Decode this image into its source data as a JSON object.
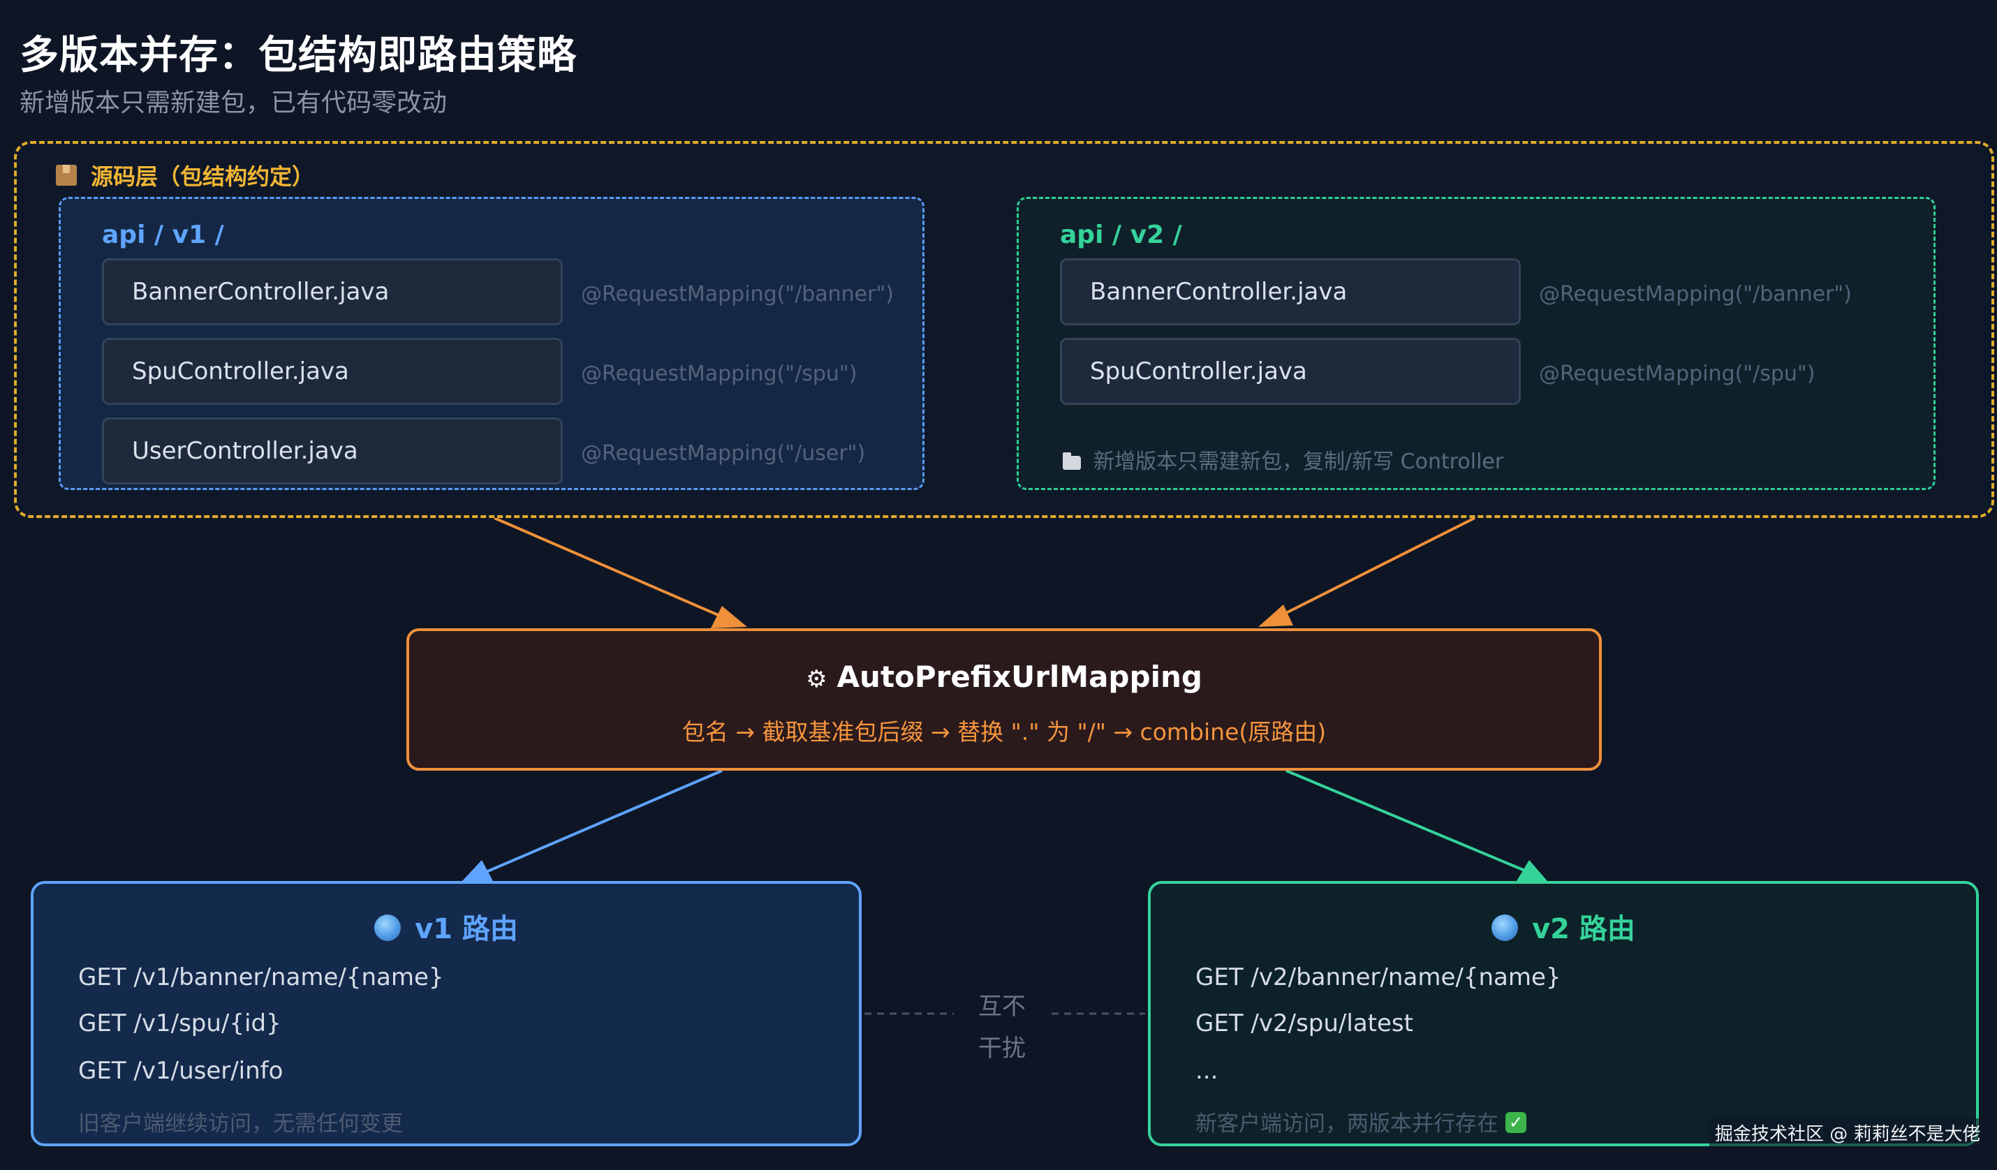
{
  "header": {
    "title": "多版本并存：包结构即路由策略",
    "subtitle": "新增版本只需新建包，已有代码零改动"
  },
  "source_layer": {
    "label": "源码层（包结构约定）",
    "icon": "package-icon",
    "packages": [
      {
        "title": "api / v1 /",
        "files": [
          {
            "name": "BannerController.java",
            "mapping": "@RequestMapping(\"/banner\")"
          },
          {
            "name": "SpuController.java",
            "mapping": "@RequestMapping(\"/spu\")"
          },
          {
            "name": "UserController.java",
            "mapping": "@RequestMapping(\"/user\")"
          }
        ]
      },
      {
        "title": "api / v2 /",
        "files": [
          {
            "name": "BannerController.java",
            "mapping": "@RequestMapping(\"/banner\")"
          },
          {
            "name": "SpuController.java",
            "mapping": "@RequestMapping(\"/spu\")"
          }
        ],
        "note": "新增版本只需建新包，复制/新写 Controller",
        "note_icon": "folder-icon"
      }
    ]
  },
  "mapper": {
    "icon": "gear-icon",
    "title": "AutoPrefixUrlMapping",
    "description": "包名 → 截取基准包后缀 → 替换 \".\" 为 \"/\" → combine(原路由)"
  },
  "routes": [
    {
      "title": "v1 路由",
      "icon": "globe-icon",
      "lines": [
        "GET /v1/banner/name/{name}",
        "GET /v1/spu/{id}",
        "GET /v1/user/info"
      ],
      "note": "旧客户端继续访问，无需任何变更"
    },
    {
      "title": "v2 路由",
      "icon": "globe-icon",
      "lines": [
        "GET /v2/banner/name/{name}",
        "GET /v2/spu/latest",
        "..."
      ],
      "note": "新客户端访问，两版本并行存在",
      "note_icon": "check-icon"
    }
  ],
  "separator": {
    "line1": "互不",
    "line2": "干扰"
  },
  "watermark": "掘金技术社区 @ 莉莉丝不是大佬",
  "colors": {
    "background": "#0e1626",
    "source_border": "#e0ac2b",
    "v1_accent": "#5fa4ff",
    "v2_accent": "#35d39a",
    "mapper_accent": "#f0913a"
  }
}
